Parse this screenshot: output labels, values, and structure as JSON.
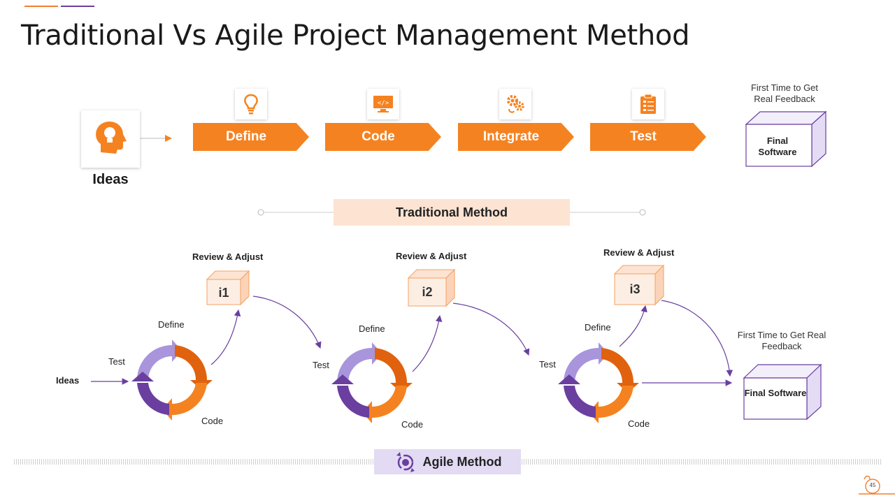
{
  "title": "Traditional Vs Agile Project Management Method",
  "colors": {
    "orange": "#f58220",
    "dark_orange": "#e0620e",
    "purple": "#6a3fa0",
    "light_purple": "#a895dc",
    "peach": "#fde3d2",
    "lavender": "#e2dbf3"
  },
  "traditional": {
    "ideas_label": "Ideas",
    "steps": [
      {
        "label": "Define",
        "icon": "lightbulb-icon"
      },
      {
        "label": "Code",
        "icon": "code-monitor-icon"
      },
      {
        "label": "Integrate",
        "icon": "gears-icon"
      },
      {
        "label": "Test",
        "icon": "checklist-icon"
      }
    ],
    "feedback": "First Time to Get Real Feedback",
    "final": "Final Software",
    "banner": "Traditional Method"
  },
  "agile": {
    "ideas_label": "Ideas",
    "cycles": [
      {
        "iteration": "i1",
        "review": "Review & Adjust",
        "define": "Define",
        "test": "Test",
        "code": "Code"
      },
      {
        "iteration": "i2",
        "review": "Review & Adjust",
        "define": "Define",
        "test": "Test",
        "code": "Code"
      },
      {
        "iteration": "i3",
        "review": "Review & Adjust",
        "define": "Define",
        "test": "Test",
        "code": "Code"
      }
    ],
    "feedback": "First Time to Get Real Feedback",
    "final": "Final Software",
    "banner": "Agile Method"
  },
  "page_number": "45"
}
